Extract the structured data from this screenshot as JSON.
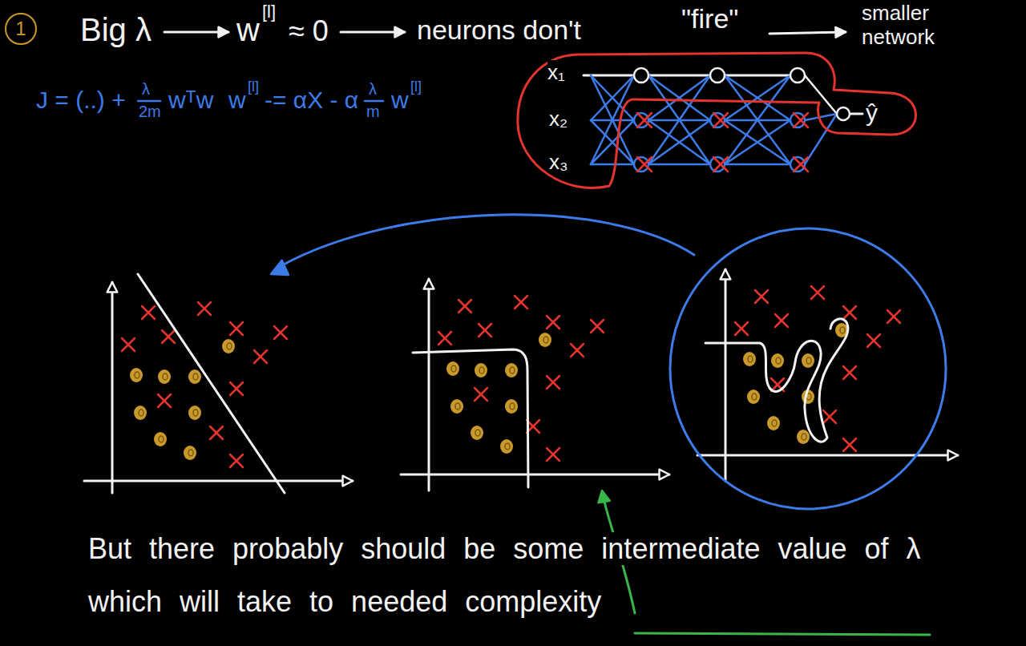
{
  "diagram": {
    "nodes": [
      {
        "text": [
          "1"
        ]
      }
    ],
    "labels": [
      "Big λ",
      "w",
      "[l]",
      "≈ 0",
      "neurons don't",
      "\"fire\"",
      "smaller network",
      "J = (..) +",
      "λ",
      "2m",
      "wᵀw",
      "w",
      "[l]",
      "-= αX - α",
      "λ",
      "m",
      "w",
      "[l]",
      "x₁",
      "x₂",
      "x₃",
      "ŷ",
      "But there probably should be some intermediate value of λ which will take to needed complexity"
    ]
  }
}
